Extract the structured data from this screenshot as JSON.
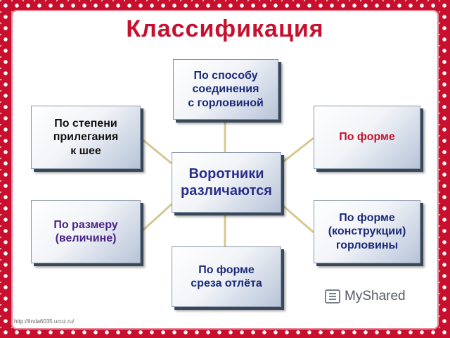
{
  "title": "Классификация",
  "nodes": {
    "center": "Воротники\nразличаются",
    "top": "По способу\nсоединения\nс горловиной",
    "left_top": "По степени\nприлегания\nк шее",
    "right_top": "По форме",
    "left_bottom": "По размеру\n(величине)",
    "right_bottom": "По форме\n(конструкции)\nгорловины",
    "bottom": "По форме\nсреза отлёта"
  },
  "logo": {
    "brand": "MyShared",
    "icon": "presentation-board-icon"
  },
  "footer_url": "http://linda6035.ucoz.ru/",
  "colors": {
    "frame": "#c8102e",
    "title": "#c8102e",
    "connector": "#d4c890"
  }
}
